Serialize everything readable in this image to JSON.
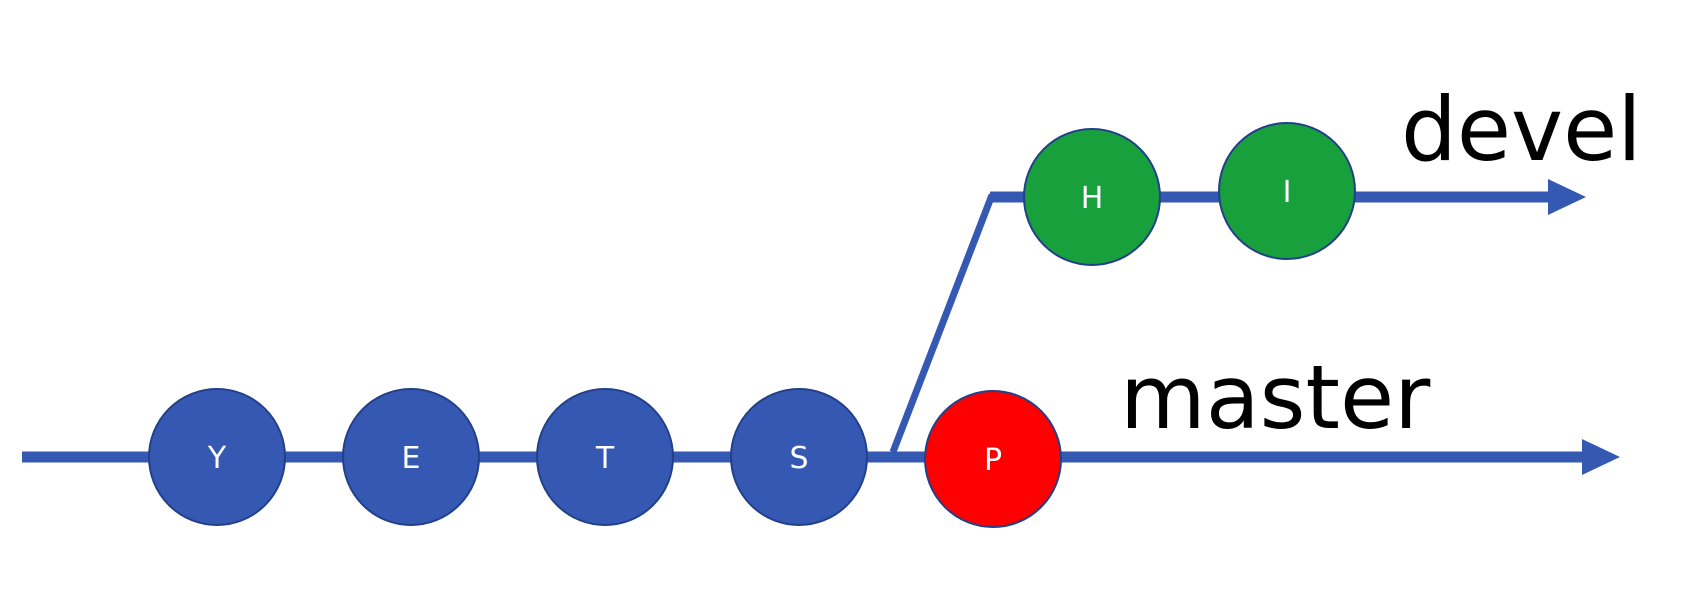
{
  "colors": {
    "line": "#3559b3",
    "master_commit": "#3559b3",
    "head_commit": "#ff0000",
    "devel_commit": "#17a03c",
    "label_text": "#ffffff",
    "branch_text": "#000000"
  },
  "branches": {
    "master": {
      "label": "master"
    },
    "devel": {
      "label": "devel"
    }
  },
  "commits": {
    "master": [
      {
        "label": "Y"
      },
      {
        "label": "E"
      },
      {
        "label": "T"
      },
      {
        "label": "S"
      },
      {
        "label": "P"
      }
    ],
    "devel": [
      {
        "label": "H"
      },
      {
        "label": "I"
      }
    ]
  }
}
